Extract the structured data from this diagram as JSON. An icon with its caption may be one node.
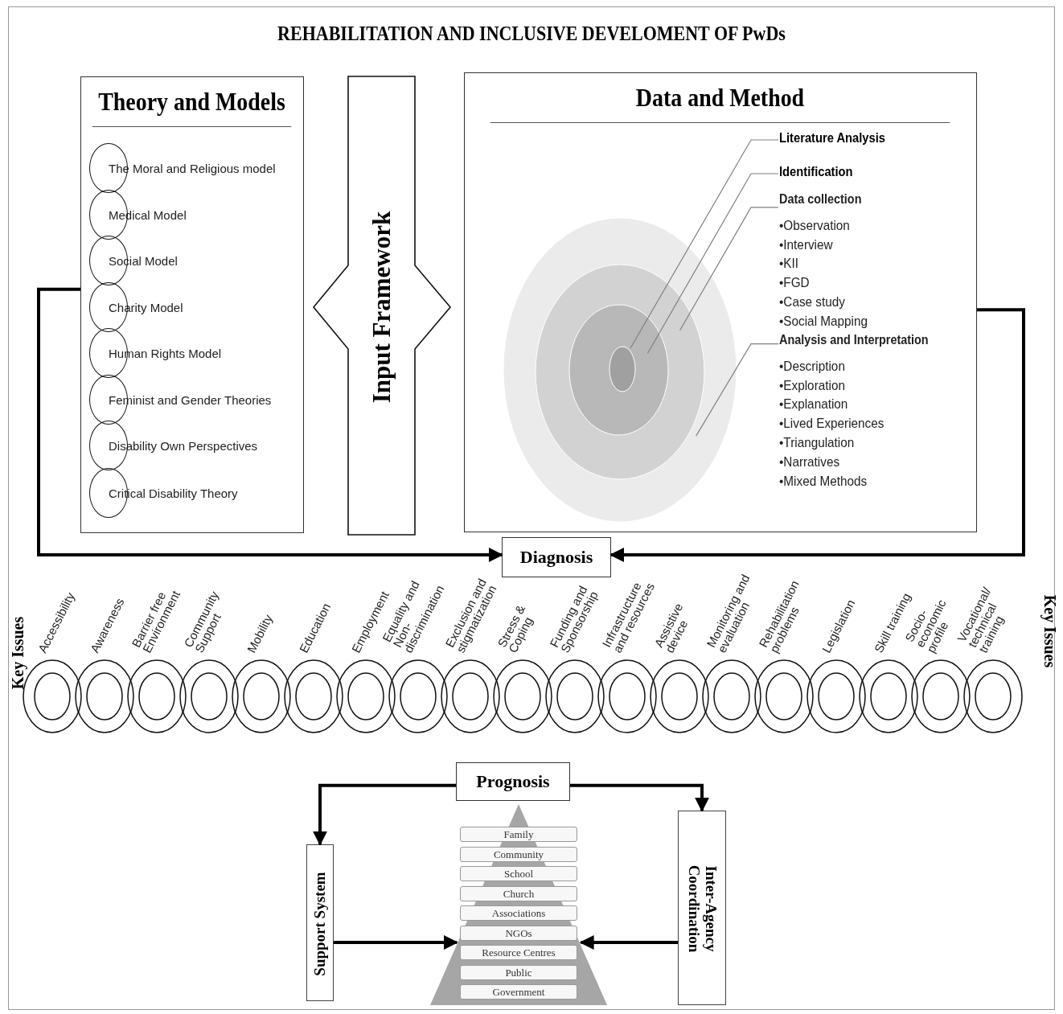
{
  "diagram": {
    "title": "REHABILITATION AND INCLUSIVE DEVELOMENT OF PwDs",
    "nodes": [
      {
        "text": [
          "Theory and Models"
        ]
      },
      {
        "text": [
          "The Moral and Religious model"
        ],
        "in": 0
      },
      {
        "text": [
          "Medical Model"
        ],
        "in": 0
      },
      {
        "text": [
          "Social Model"
        ],
        "in": 0
      },
      {
        "text": [
          "Charity Model"
        ],
        "in": 0
      },
      {
        "text": [
          "Human Rights Model"
        ],
        "in": 0
      },
      {
        "text": [
          "Feminist and Gender Theories"
        ],
        "in": 0
      },
      {
        "text": [
          "Disability Own Perspectives"
        ],
        "in": 0
      },
      {
        "text": [
          "Critical Disability Theory"
        ],
        "in": 0
      },
      {
        "text": [
          "Input Framework"
        ]
      },
      {
        "text": [
          "Data and Method"
        ]
      },
      {
        "text": [],
        "shape": "circle",
        "in": 10
      },
      {
        "text": [],
        "shape": "circle",
        "in": 11
      },
      {
        "text": [],
        "shape": "circle",
        "in": 12
      },
      {
        "text": [],
        "shape": "circle",
        "in": 13
      },
      {
        "text": [
          "Literature Analysis"
        ],
        "in": 10
      },
      {
        "text": [
          "Identification"
        ],
        "in": 10
      },
      {
        "text": [
          "Data collection",
          "•Observation",
          "•Interview",
          "•KII",
          "•FGD",
          "•Case study",
          "•Social Mapping"
        ],
        "in": 10
      },
      {
        "text": [
          "Analysis and Interpretation",
          "•Description",
          "•Exploration",
          "•Explanation",
          "•Lived Experiences",
          "•Triangulation",
          "•Narratives",
          "•Mixed Methods"
        ],
        "in": 10
      },
      {
        "text": [
          "Diagnosis"
        ]
      },
      {
        "text": [
          "Accessibility"
        ]
      },
      {
        "text": [
          "Awareness"
        ]
      },
      {
        "text": [
          "Barrier free Environment"
        ]
      },
      {
        "text": [
          "Community Support"
        ]
      },
      {
        "text": [
          "Mobility"
        ]
      },
      {
        "text": [
          "Education"
        ]
      },
      {
        "text": [
          "Employment"
        ]
      },
      {
        "text": [
          "Equality and Non-discrimination"
        ]
      },
      {
        "text": [
          "Exclusion and stigmatization"
        ]
      },
      {
        "text": [
          "Stress & Coping"
        ]
      },
      {
        "text": [
          "Funding and Sponsorship"
        ]
      },
      {
        "text": [
          "Infrastructure and resources"
        ]
      },
      {
        "text": [
          "Assistive device"
        ]
      },
      {
        "text": [
          "Monitoring and evaluation"
        ]
      },
      {
        "text": [
          "Rehabilitation problems"
        ]
      },
      {
        "text": [
          "Legislation"
        ]
      },
      {
        "text": [
          "Skill training"
        ]
      },
      {
        "text": [
          "Socio-economic profile"
        ]
      },
      {
        "text": [
          "Vocational/ technical training"
        ]
      },
      {
        "text": [
          "Prognosis"
        ]
      },
      {
        "text": [
          "Support System"
        ]
      },
      {
        "text": [
          "Inter-Agency Coordination"
        ]
      },
      {
        "text": [],
        "shape": "triangle"
      },
      {
        "text": [
          "Family"
        ],
        "in": 42
      },
      {
        "text": [
          "Community"
        ],
        "in": 42
      },
      {
        "text": [
          "School"
        ],
        "in": 42
      },
      {
        "text": [
          "Church"
        ],
        "in": 42
      },
      {
        "text": [
          "Associations"
        ],
        "in": 42
      },
      {
        "text": [
          "NGOs"
        ],
        "in": 42
      },
      {
        "text": [
          "Resource Centres"
        ],
        "in": 42
      },
      {
        "text": [
          "Public"
        ],
        "in": 42
      },
      {
        "text": [
          "Government"
        ],
        "in": 42
      }
    ],
    "edges": [
      {
        "from": 0,
        "to": 19,
        "arrow": "to"
      },
      {
        "from": 10,
        "to": 19,
        "arrow": "to"
      },
      {
        "from": 15,
        "to": 14,
        "arrow": "none",
        "color": "#808080"
      },
      {
        "from": 16,
        "to": 13,
        "arrow": "none",
        "color": "#808080"
      },
      {
        "from": 17,
        "to": 12,
        "arrow": "none",
        "color": "#808080"
      },
      {
        "from": 18,
        "to": 11,
        "arrow": "none",
        "color": "#808080"
      },
      {
        "from": 39,
        "to": 40,
        "arrow": "to"
      },
      {
        "from": 39,
        "to": 41,
        "arrow": "to"
      },
      {
        "from": 40,
        "to": 42,
        "arrow": "to"
      },
      {
        "from": 41,
        "to": 42,
        "arrow": "to"
      }
    ],
    "labels": [
      "Key Issues",
      "Key Issues"
    ]
  }
}
